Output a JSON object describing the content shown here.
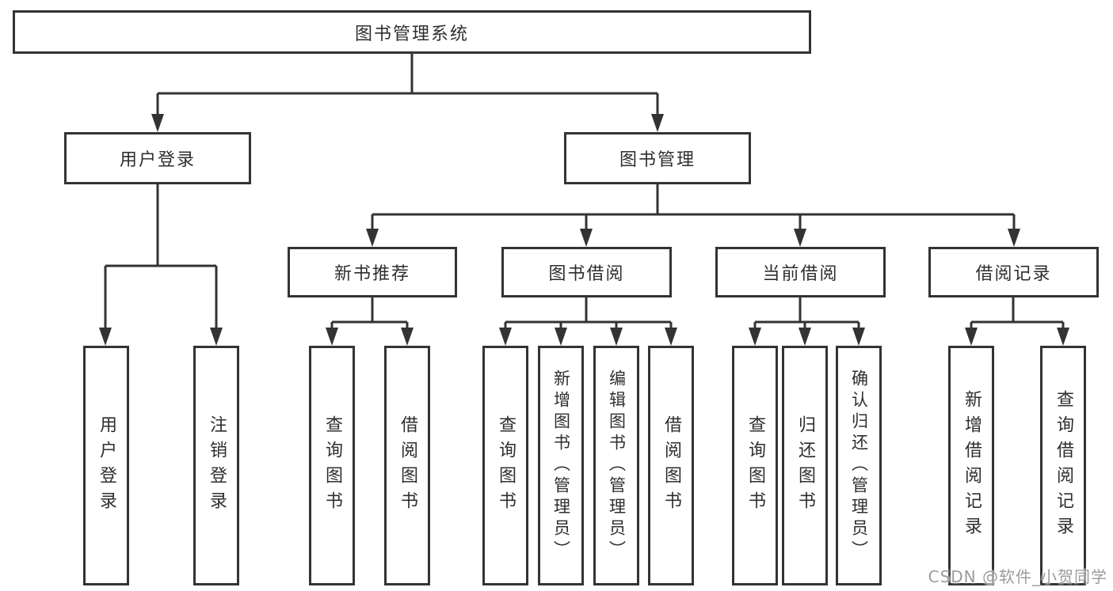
{
  "diagram": {
    "root": {
      "label": "图书管理系统"
    },
    "level2": [
      {
        "label": "用户登录"
      },
      {
        "label": "图书管理"
      }
    ],
    "level3": [
      {
        "label": "新书推荐"
      },
      {
        "label": "图书借阅"
      },
      {
        "label": "当前借阅"
      },
      {
        "label": "借阅记录"
      }
    ],
    "leaves": {
      "user_login": [
        "用户登录",
        "注销登录"
      ],
      "new_books": [
        "查询图书",
        "借阅图书"
      ],
      "book_borrowing": [
        "查询图书",
        "新增图书（管理员）",
        "编辑图书（管理员）",
        "借阅图书"
      ],
      "current_borrowing": [
        "查询图书",
        "归还图书",
        "确认归还（管理员）"
      ],
      "borrowing_records": [
        "新增借阅记录",
        "查询借阅记录"
      ]
    },
    "watermark": "CSDN @软件_小贺同学",
    "colors": {
      "line": "#333333",
      "border": "#333333",
      "text": "#2e2e2e",
      "background": "#ffffff",
      "watermark": "#9c9c9c"
    }
  }
}
